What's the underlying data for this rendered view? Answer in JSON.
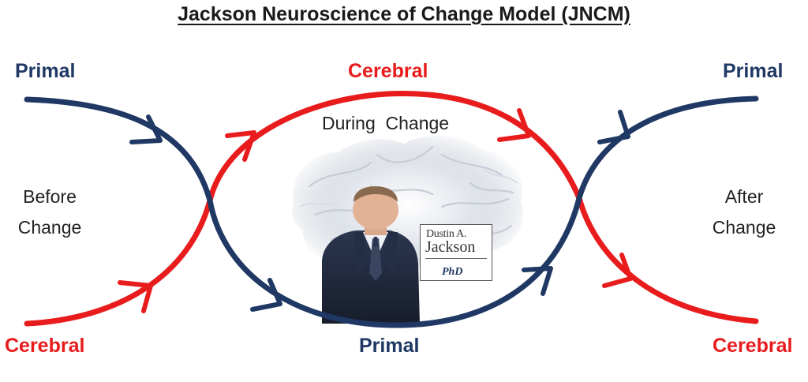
{
  "title": "Jackson Neuroscience of Change Model (JNCM)",
  "labels": {
    "primal_top_left": "Primal",
    "cerebral_top_center": "Cerebral",
    "primal_top_right": "Primal",
    "cerebral_bottom_left": "Cerebral",
    "primal_bottom_center": "Primal",
    "cerebral_bottom_right": "Cerebral"
  },
  "phases": {
    "before_line1": "Before",
    "before_line2": "Change",
    "during": "During  Change",
    "after_line1": "After",
    "after_line2": "Change"
  },
  "badge": {
    "name_first": "Dustin A.",
    "name_last": "Jackson",
    "degree": "PhD"
  },
  "colors": {
    "primal": "#1f3864",
    "cerebral": "#e81c1c"
  }
}
